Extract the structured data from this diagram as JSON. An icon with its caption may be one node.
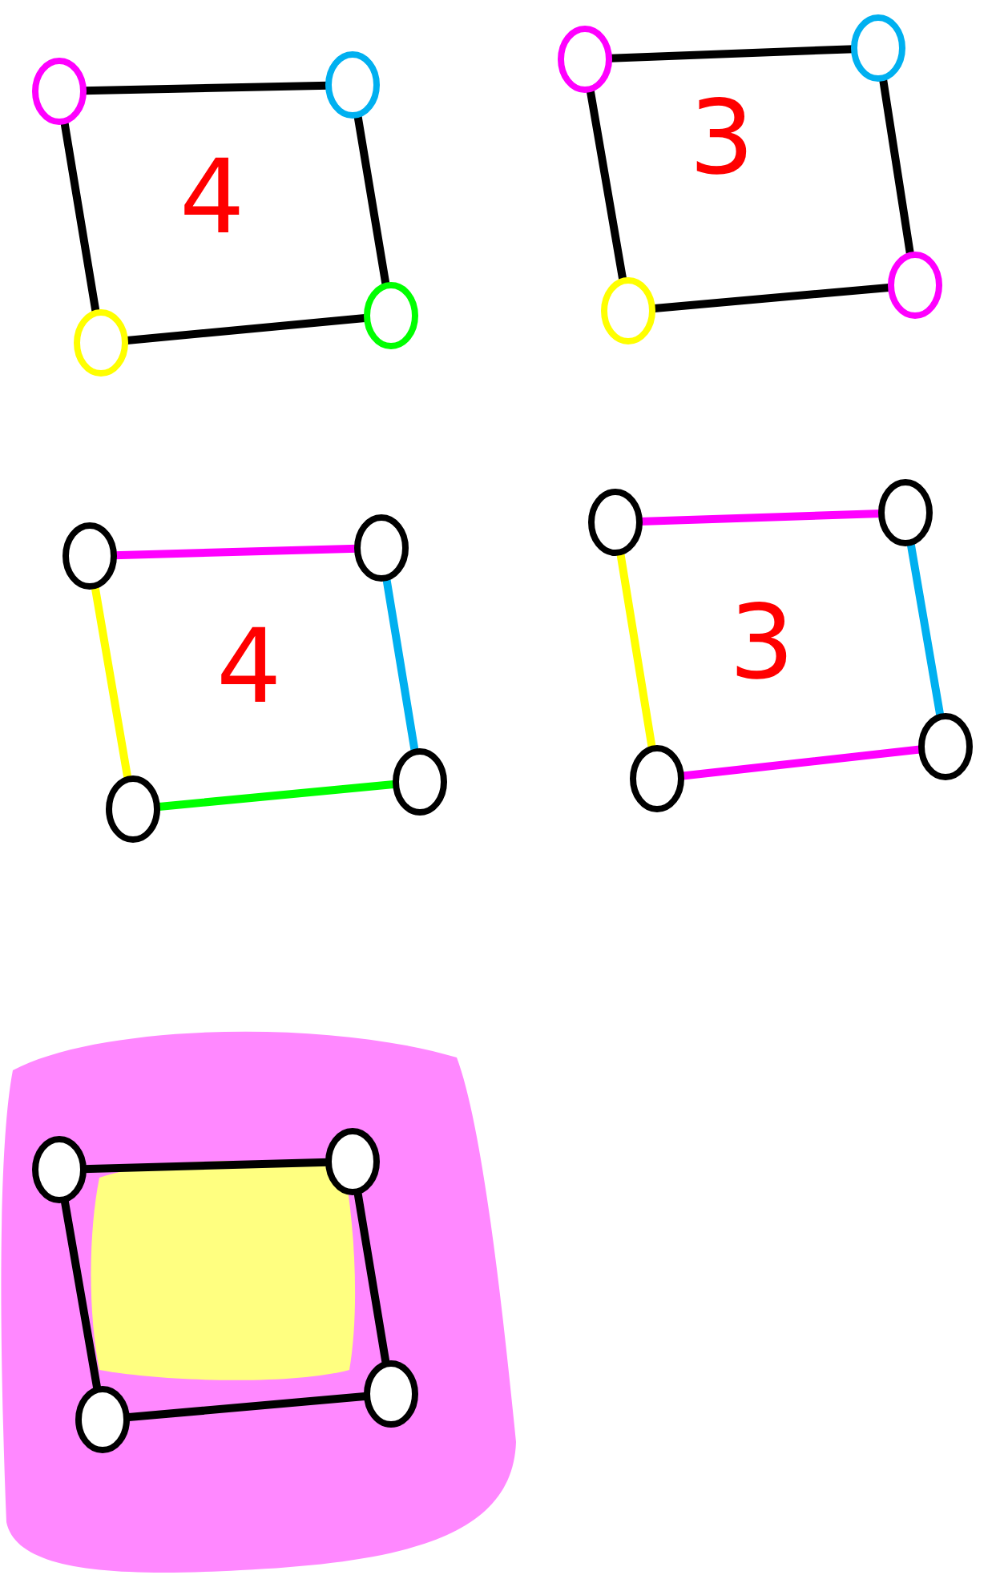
{
  "diagram": {
    "nodes": [
      {
        "text": [],
        "shape": "circle"
      },
      {
        "text": [],
        "shape": "circle"
      },
      {
        "text": [],
        "shape": "circle"
      },
      {
        "text": [],
        "shape": "circle"
      },
      {
        "text": [],
        "shape": "circle"
      },
      {
        "text": [],
        "shape": "circle"
      },
      {
        "text": [],
        "shape": "circle"
      },
      {
        "text": [],
        "shape": "circle"
      },
      {
        "text": [],
        "shape": "circle"
      },
      {
        "text": [],
        "shape": "circle"
      },
      {
        "text": [],
        "shape": "circle"
      },
      {
        "text": [],
        "shape": "circle"
      },
      {
        "text": [],
        "shape": "circle"
      },
      {
        "text": [],
        "shape": "circle"
      },
      {
        "text": [],
        "shape": "circle"
      },
      {
        "text": [],
        "shape": "circle"
      },
      {
        "text": [],
        "shape": "circle"
      },
      {
        "text": [],
        "shape": "circle"
      },
      {
        "text": [],
        "shape": "circle"
      },
      {
        "text": [],
        "shape": "circle"
      }
    ],
    "edges": [
      {
        "from": 0,
        "to": 1,
        "arrow": "none"
      },
      {
        "from": 1,
        "to": 3,
        "arrow": "none"
      },
      {
        "from": 3,
        "to": 2,
        "arrow": "none"
      },
      {
        "from": 2,
        "to": 0,
        "arrow": "none"
      },
      {
        "from": 4,
        "to": 5,
        "arrow": "none"
      },
      {
        "from": 5,
        "to": 7,
        "arrow": "none"
      },
      {
        "from": 7,
        "to": 6,
        "arrow": "none"
      },
      {
        "from": 6,
        "to": 4,
        "arrow": "none"
      },
      {
        "from": 8,
        "to": 9,
        "arrow": "none",
        "color": "#ff00ff"
      },
      {
        "from": 9,
        "to": 11,
        "arrow": "none",
        "color": "#00b0f0"
      },
      {
        "from": 11,
        "to": 10,
        "arrow": "none",
        "color": "#00ff00"
      },
      {
        "from": 10,
        "to": 8,
        "arrow": "none",
        "color": "#ffff00"
      },
      {
        "from": 12,
        "to": 13,
        "arrow": "none",
        "color": "#ff00ff"
      },
      {
        "from": 13,
        "to": 15,
        "arrow": "none",
        "color": "#00b0f0"
      },
      {
        "from": 15,
        "to": 14,
        "arrow": "none",
        "color": "#ff00ff"
      },
      {
        "from": 14,
        "to": 12,
        "arrow": "none",
        "color": "#ffff00"
      },
      {
        "from": 16,
        "to": 17,
        "arrow": "none"
      },
      {
        "from": 17,
        "to": 19,
        "arrow": "none"
      },
      {
        "from": 19,
        "to": 18,
        "arrow": "none"
      },
      {
        "from": 18,
        "to": 16,
        "arrow": "none"
      }
    ],
    "labels": [
      "4",
      "3",
      "4",
      "3"
    ]
  }
}
